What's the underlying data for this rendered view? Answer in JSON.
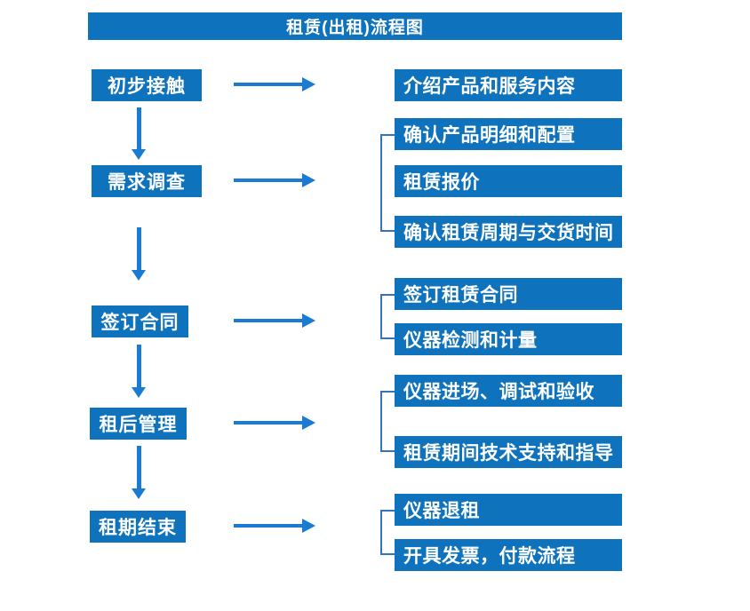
{
  "flow": {
    "title": "租赁(出租)流程图",
    "stages": [
      {
        "name": "初步接触",
        "details": [
          "介绍产品和服务内容"
        ]
      },
      {
        "name": "需求调查",
        "details": [
          "确认产品明细和配置",
          "租赁报价",
          "确认租赁周期与交货时间"
        ]
      },
      {
        "name": "签订合同",
        "details": [
          "签订租赁合同",
          "仪器检测和计量"
        ]
      },
      {
        "name": "租后管理",
        "details": [
          "仪器进场、调试和验收",
          "租赁期间技术支持和指导"
        ]
      },
      {
        "name": "租期结束",
        "details": [
          "仪器退租",
          "开具发票，付款流程"
        ]
      }
    ]
  },
  "colors": {
    "box_blue": "#0f72bc",
    "arrow_blue": "#1b7ad2",
    "bracket_blue": "#3173c4",
    "text_white": "#ffffff",
    "background": "#ffffff"
  }
}
